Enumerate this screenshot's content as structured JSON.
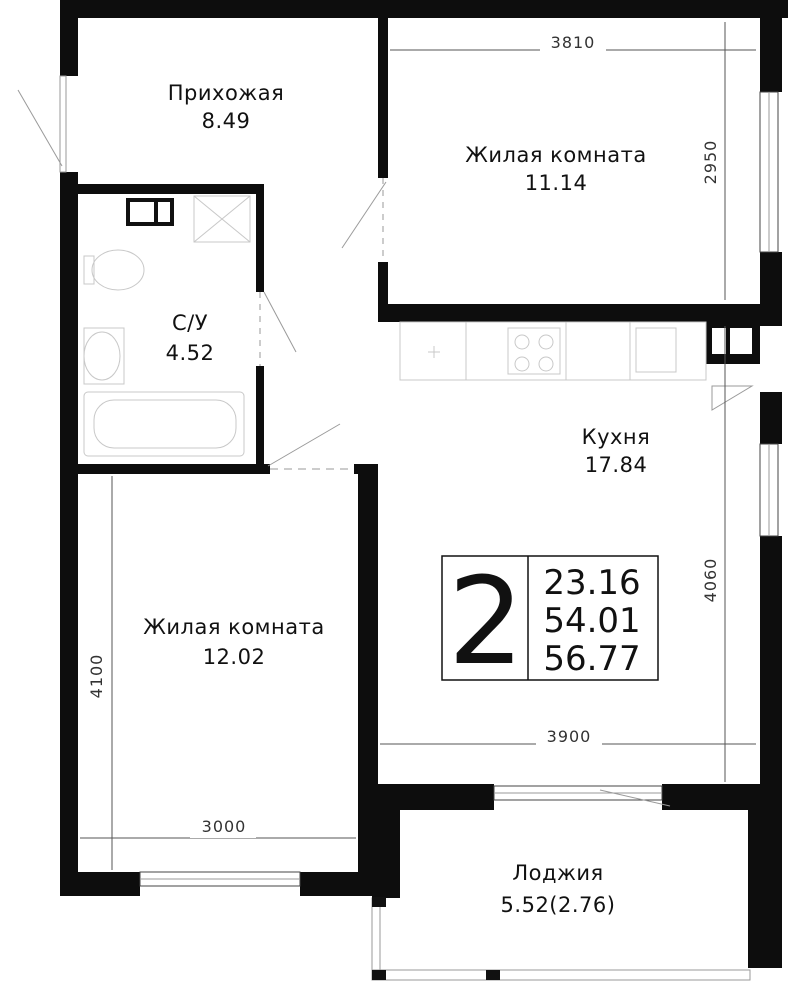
{
  "rooms": {
    "hallway": {
      "name": "Прихожая",
      "area": "8.49"
    },
    "living_top": {
      "name": "Жилая комната",
      "area": "11.14"
    },
    "bathroom": {
      "name": "С/У",
      "area": "4.52"
    },
    "kitchen": {
      "name": "Кухня",
      "area": "17.84"
    },
    "living_left": {
      "name": "Жилая комната",
      "area": "12.02"
    },
    "loggia": {
      "name": "Лоджия",
      "area": "5.52(2.76)"
    }
  },
  "dimensions": {
    "top_room_width": "3810",
    "top_room_height": "2950",
    "kitchen_height": "4060",
    "kitchen_width": "3900",
    "left_room_height": "4100",
    "left_room_width": "3000"
  },
  "info": {
    "rooms_count": "2",
    "living_area": "23.16",
    "total_area": "54.01",
    "total_with_loggia": "56.77"
  },
  "colors": {
    "wall": "#0d0d0d",
    "line": "#9a9a9a"
  }
}
